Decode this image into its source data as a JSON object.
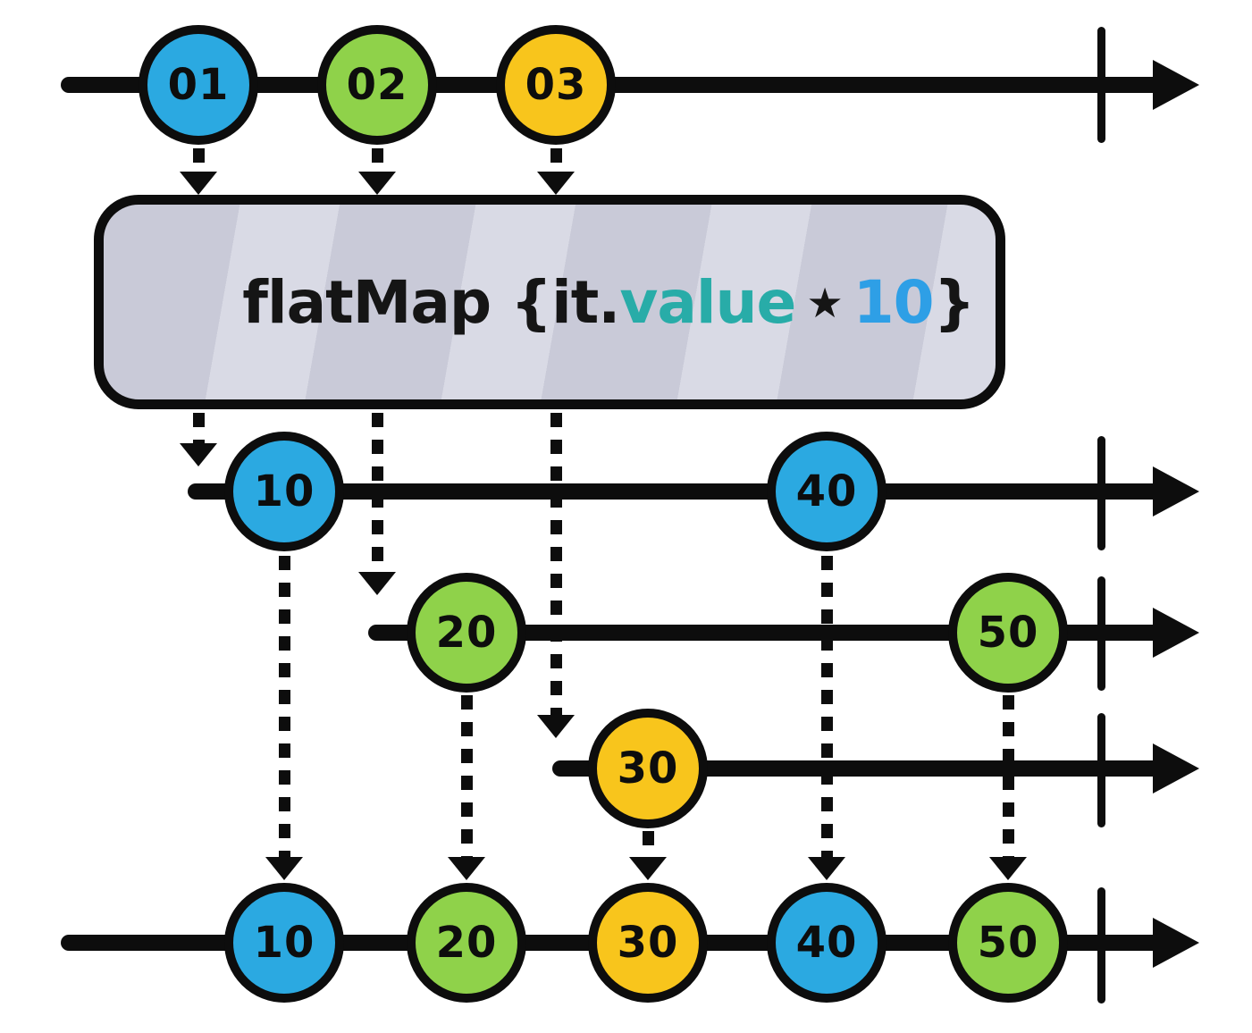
{
  "operator_box": {
    "prefix": "flatMap {it.",
    "property": "value",
    "star": "★",
    "multiplier": "10",
    "suffix": "}"
  },
  "source_timeline": {
    "marbles": [
      {
        "label": "01",
        "color": "#2BA9E1"
      },
      {
        "label": "02",
        "color": "#8FD24A"
      },
      {
        "label": "03",
        "color": "#F8C51C"
      }
    ]
  },
  "inner_timelines": [
    {
      "marbles": [
        {
          "label": "10",
          "color": "#2BA9E1"
        },
        {
          "label": "40",
          "color": "#2BA9E1"
        }
      ]
    },
    {
      "marbles": [
        {
          "label": "20",
          "color": "#8FD24A"
        },
        {
          "label": "50",
          "color": "#8FD24A"
        }
      ]
    },
    {
      "marbles": [
        {
          "label": "30",
          "color": "#F8C51C"
        }
      ]
    }
  ],
  "output_timeline": {
    "marbles": [
      {
        "label": "10",
        "color": "#2BA9E1"
      },
      {
        "label": "20",
        "color": "#8FD24A"
      },
      {
        "label": "30",
        "color": "#F8C51C"
      },
      {
        "label": "40",
        "color": "#2BA9E1"
      },
      {
        "label": "50",
        "color": "#8FD24A"
      }
    ]
  },
  "colors": {
    "blue": "#2BA9E1",
    "green": "#8FD24A",
    "yellow": "#F8C51C",
    "stroke": "#0d0d0d",
    "box_fill": "#C9CAD8",
    "teal_text": "#28ACA8",
    "blue_text": "#2E9FE6"
  }
}
